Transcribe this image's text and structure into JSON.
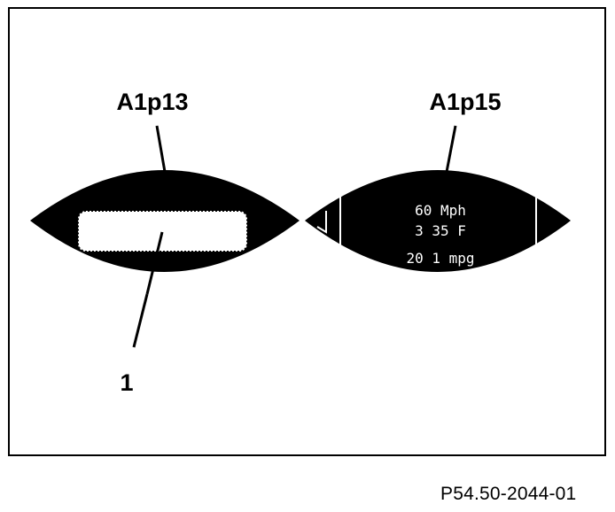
{
  "labels": {
    "left_display": "A1p13",
    "right_display": "A1p15",
    "callout": "1"
  },
  "right_display_lines": [
    "60 Mph",
    "3 35 F",
    "20 1 mpg"
  ],
  "right_display_side_glyph": "V",
  "reference_code": "P54.50-2044-01",
  "colors": {
    "ink": "#000000",
    "paper": "#ffffff"
  }
}
